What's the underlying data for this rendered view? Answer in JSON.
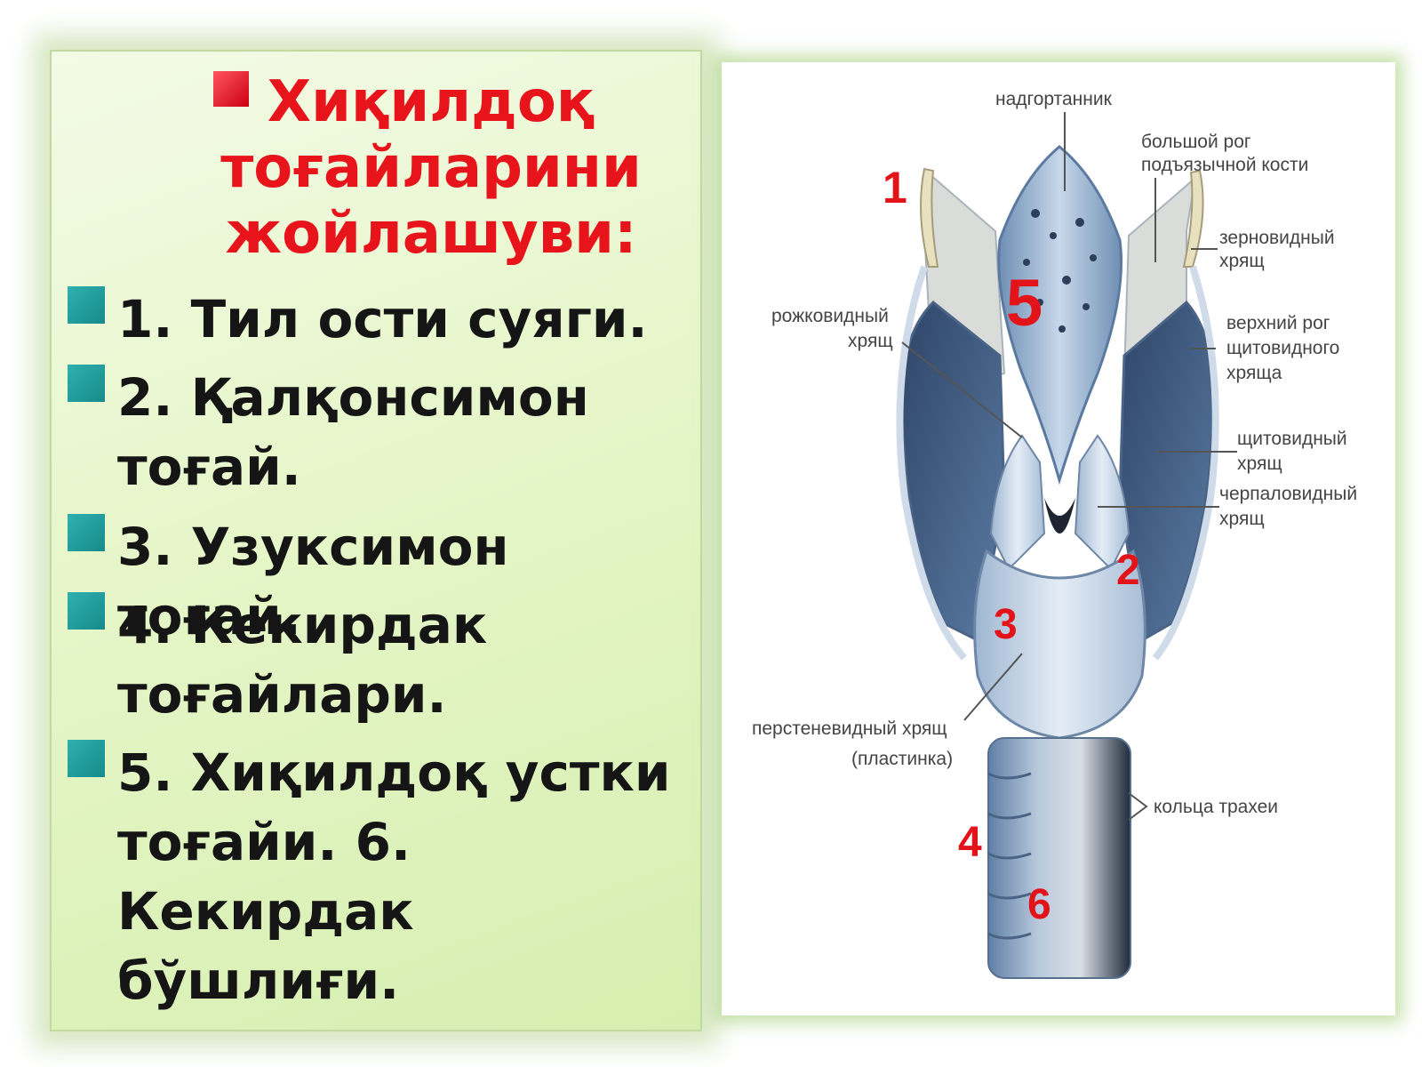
{
  "title": "Хиқилдоқ тоғайларини жойлашуви:",
  "items": [
    "1. Тил ости суяги.",
    " 2. Қалқонсимон тоғай.",
    "3. Узуксимон тоғай.",
    "4. Кекирдак тоғайлари.",
    "5. Хиқилдоқ устки тоғайи. 6. Кекирдак бўшлиғи."
  ],
  "diagram": {
    "labels": {
      "epiglottis": "надгортанник",
      "hyoid_horn_1": "большой рог",
      "hyoid_horn_2": "подъязычной кости",
      "triticeous_1": "зерновидный",
      "triticeous_2": "хрящ",
      "corniculate_1": "рожковидный",
      "corniculate_2": "хрящ",
      "sup_horn_1": "верхний рог",
      "sup_horn_2": "щитовидного",
      "sup_horn_3": "хряща",
      "thyroid_1": "щитовидный",
      "thyroid_2": "хрящ",
      "arytenoid_1": "черпаловидный",
      "arytenoid_2": "хрящ",
      "cricoid_1": "перстеневидный хрящ",
      "cricoid_2": "(пластинка)",
      "trachea": "кольца трахеи"
    },
    "numbers": [
      "1",
      "2",
      "3",
      "4",
      "5",
      "6"
    ]
  },
  "colors": {
    "title": "#e8141b",
    "item_bullet": "#1f9c9e",
    "title_bullet": "#e01020",
    "numbers": "#e2141a",
    "panel_bg": "#e6f6c9"
  }
}
